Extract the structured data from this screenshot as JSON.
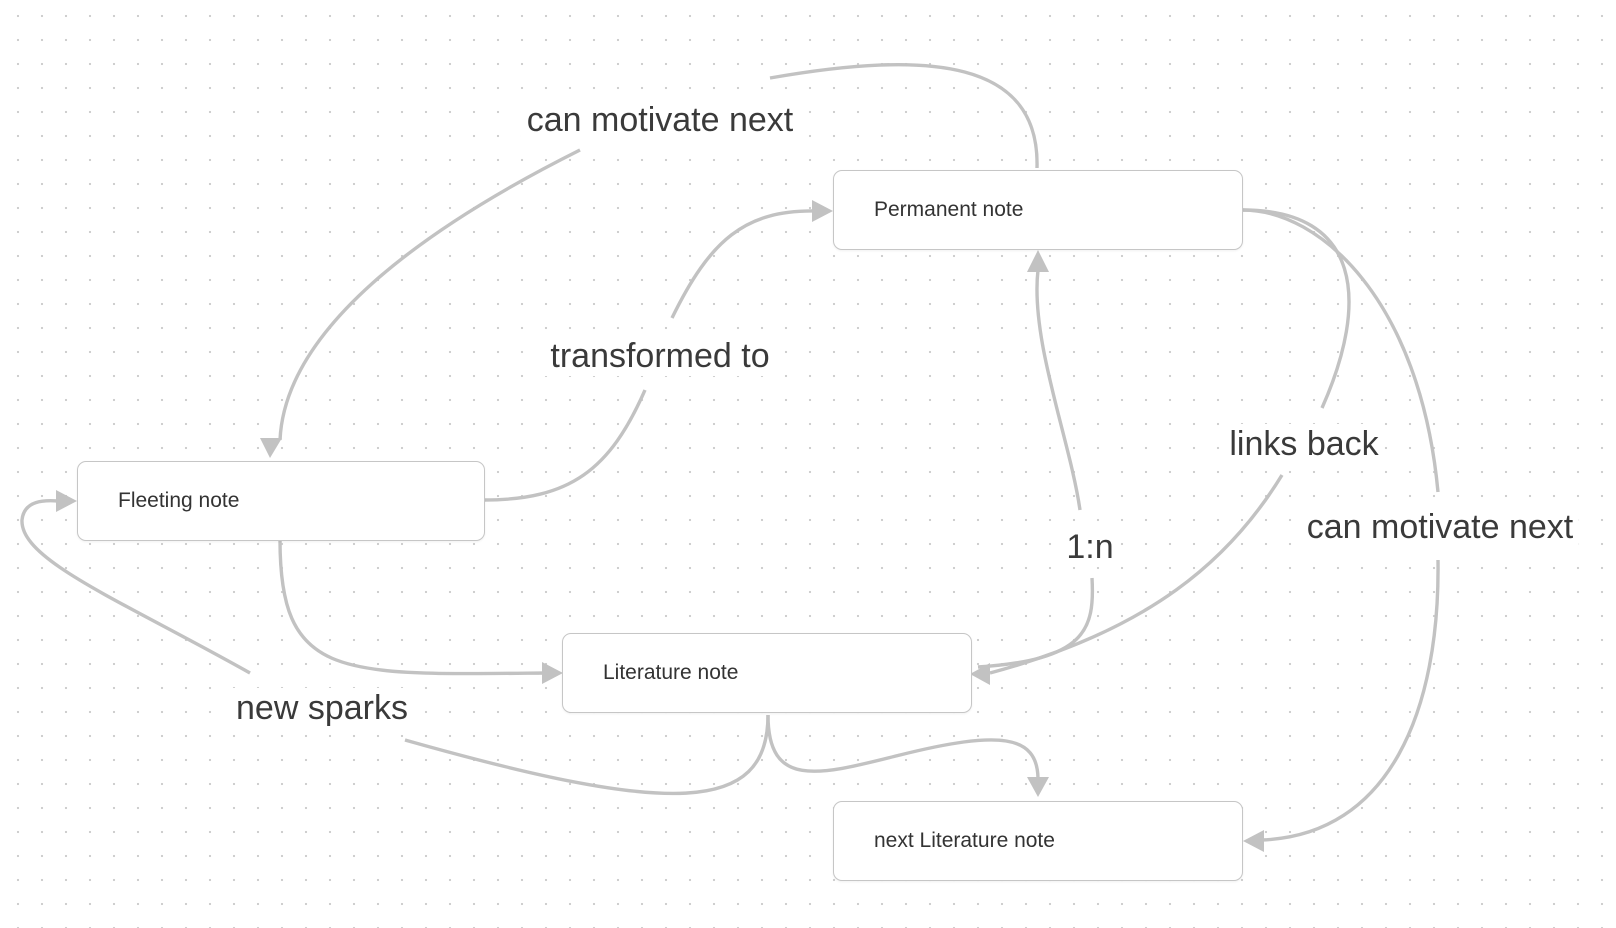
{
  "diagram": {
    "nodes": [
      {
        "id": "permanent",
        "label": "Permanent note"
      },
      {
        "id": "fleeting",
        "label": "Fleeting note"
      },
      {
        "id": "literature",
        "label": "Literature note"
      },
      {
        "id": "next_literature",
        "label": "next Literature note"
      }
    ],
    "edges": [
      {
        "id": "perm_to_fleeting",
        "from": "permanent",
        "to": "fleeting",
        "label": "can motivate next"
      },
      {
        "id": "fleeting_to_perm",
        "from": "fleeting",
        "to": "permanent",
        "label": "transformed to"
      },
      {
        "id": "perm_to_lit_links",
        "from": "permanent",
        "to": "literature",
        "label": "links back"
      },
      {
        "id": "lit_to_perm",
        "from": "literature",
        "to": "permanent",
        "label": "1:n"
      },
      {
        "id": "perm_to_nextlit",
        "from": "permanent",
        "to": "next_literature",
        "label": "can motivate next"
      },
      {
        "id": "lit_to_fleeting",
        "from": "literature",
        "to": "fleeting",
        "label": "new sparks"
      },
      {
        "id": "fleeting_to_lit",
        "from": "fleeting",
        "to": "literature",
        "label": ""
      },
      {
        "id": "lit_to_nextlit",
        "from": "literature",
        "to": "next_literature",
        "label": ""
      }
    ],
    "colors": {
      "edge": "#c2c2c2",
      "node_border": "#c6c6c6",
      "text": "#333333",
      "background_dots": "#cfcfcf"
    }
  }
}
